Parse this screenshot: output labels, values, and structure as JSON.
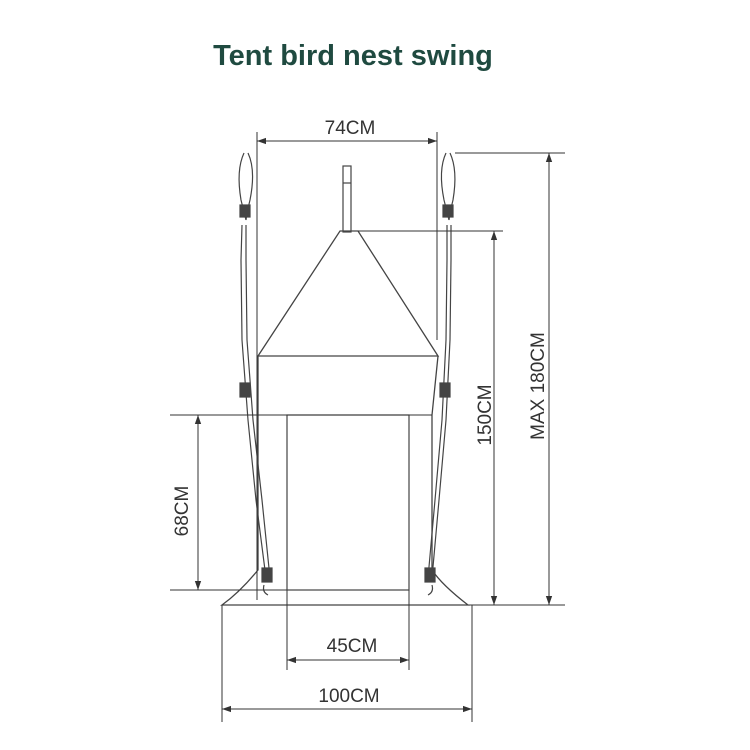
{
  "title": "Tent bird nest swing",
  "dimensions": {
    "top_width": "74CM",
    "tent_height": "150CM",
    "max_height": "MAX 180CM",
    "side_height": "68CM",
    "door_width": "45CM",
    "base_width": "100CM"
  },
  "colors": {
    "title": "#1f4a40",
    "line": "#333333"
  }
}
